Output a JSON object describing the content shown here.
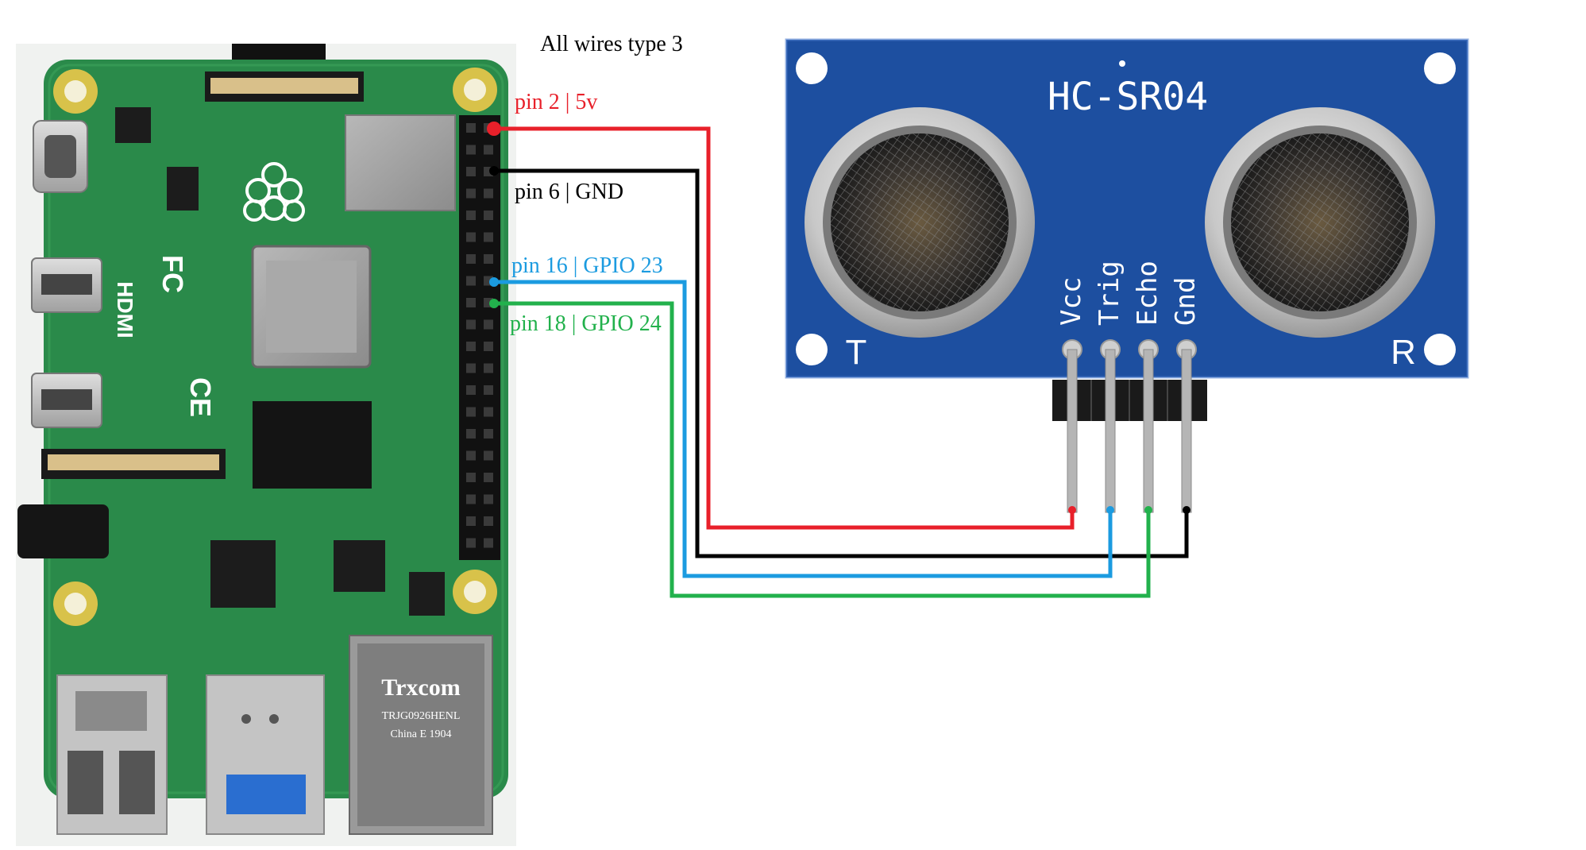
{
  "diagram": {
    "note": "All wires type 3",
    "colors": {
      "red_wire": "#e8202a",
      "black_wire": "#000000",
      "blue_wire": "#1b9be0",
      "green_wire": "#22b14c",
      "pcb_green": "#2a8a4a",
      "sensor_blue": "#1d4fa0"
    },
    "connections": [
      {
        "pi_label": "pin 2 | 5v",
        "color": "#e8202a",
        "sensor_pin": "Vcc"
      },
      {
        "pi_label": "pin 6 | GND",
        "color": "#000000",
        "sensor_pin": "Gnd"
      },
      {
        "pi_label": "pin 16 | GPIO 23",
        "color": "#1b9be0",
        "sensor_pin": "Trig"
      },
      {
        "pi_label": "pin 18 | GPIO 24",
        "color": "#22b14c",
        "sensor_pin": "Echo"
      }
    ],
    "raspberry_pi": {
      "hdmi_text": "HDMI",
      "ethernet_brand": "Trxcom",
      "ethernet_line1": "TRJG0926HENL",
      "ethernet_line2": "China E 1904"
    },
    "sensor": {
      "model": "HC-SR04",
      "pins": [
        "Vcc",
        "Trig",
        "Echo",
        "Gnd"
      ],
      "transmitter_label": "T",
      "receiver_label": "R"
    }
  }
}
